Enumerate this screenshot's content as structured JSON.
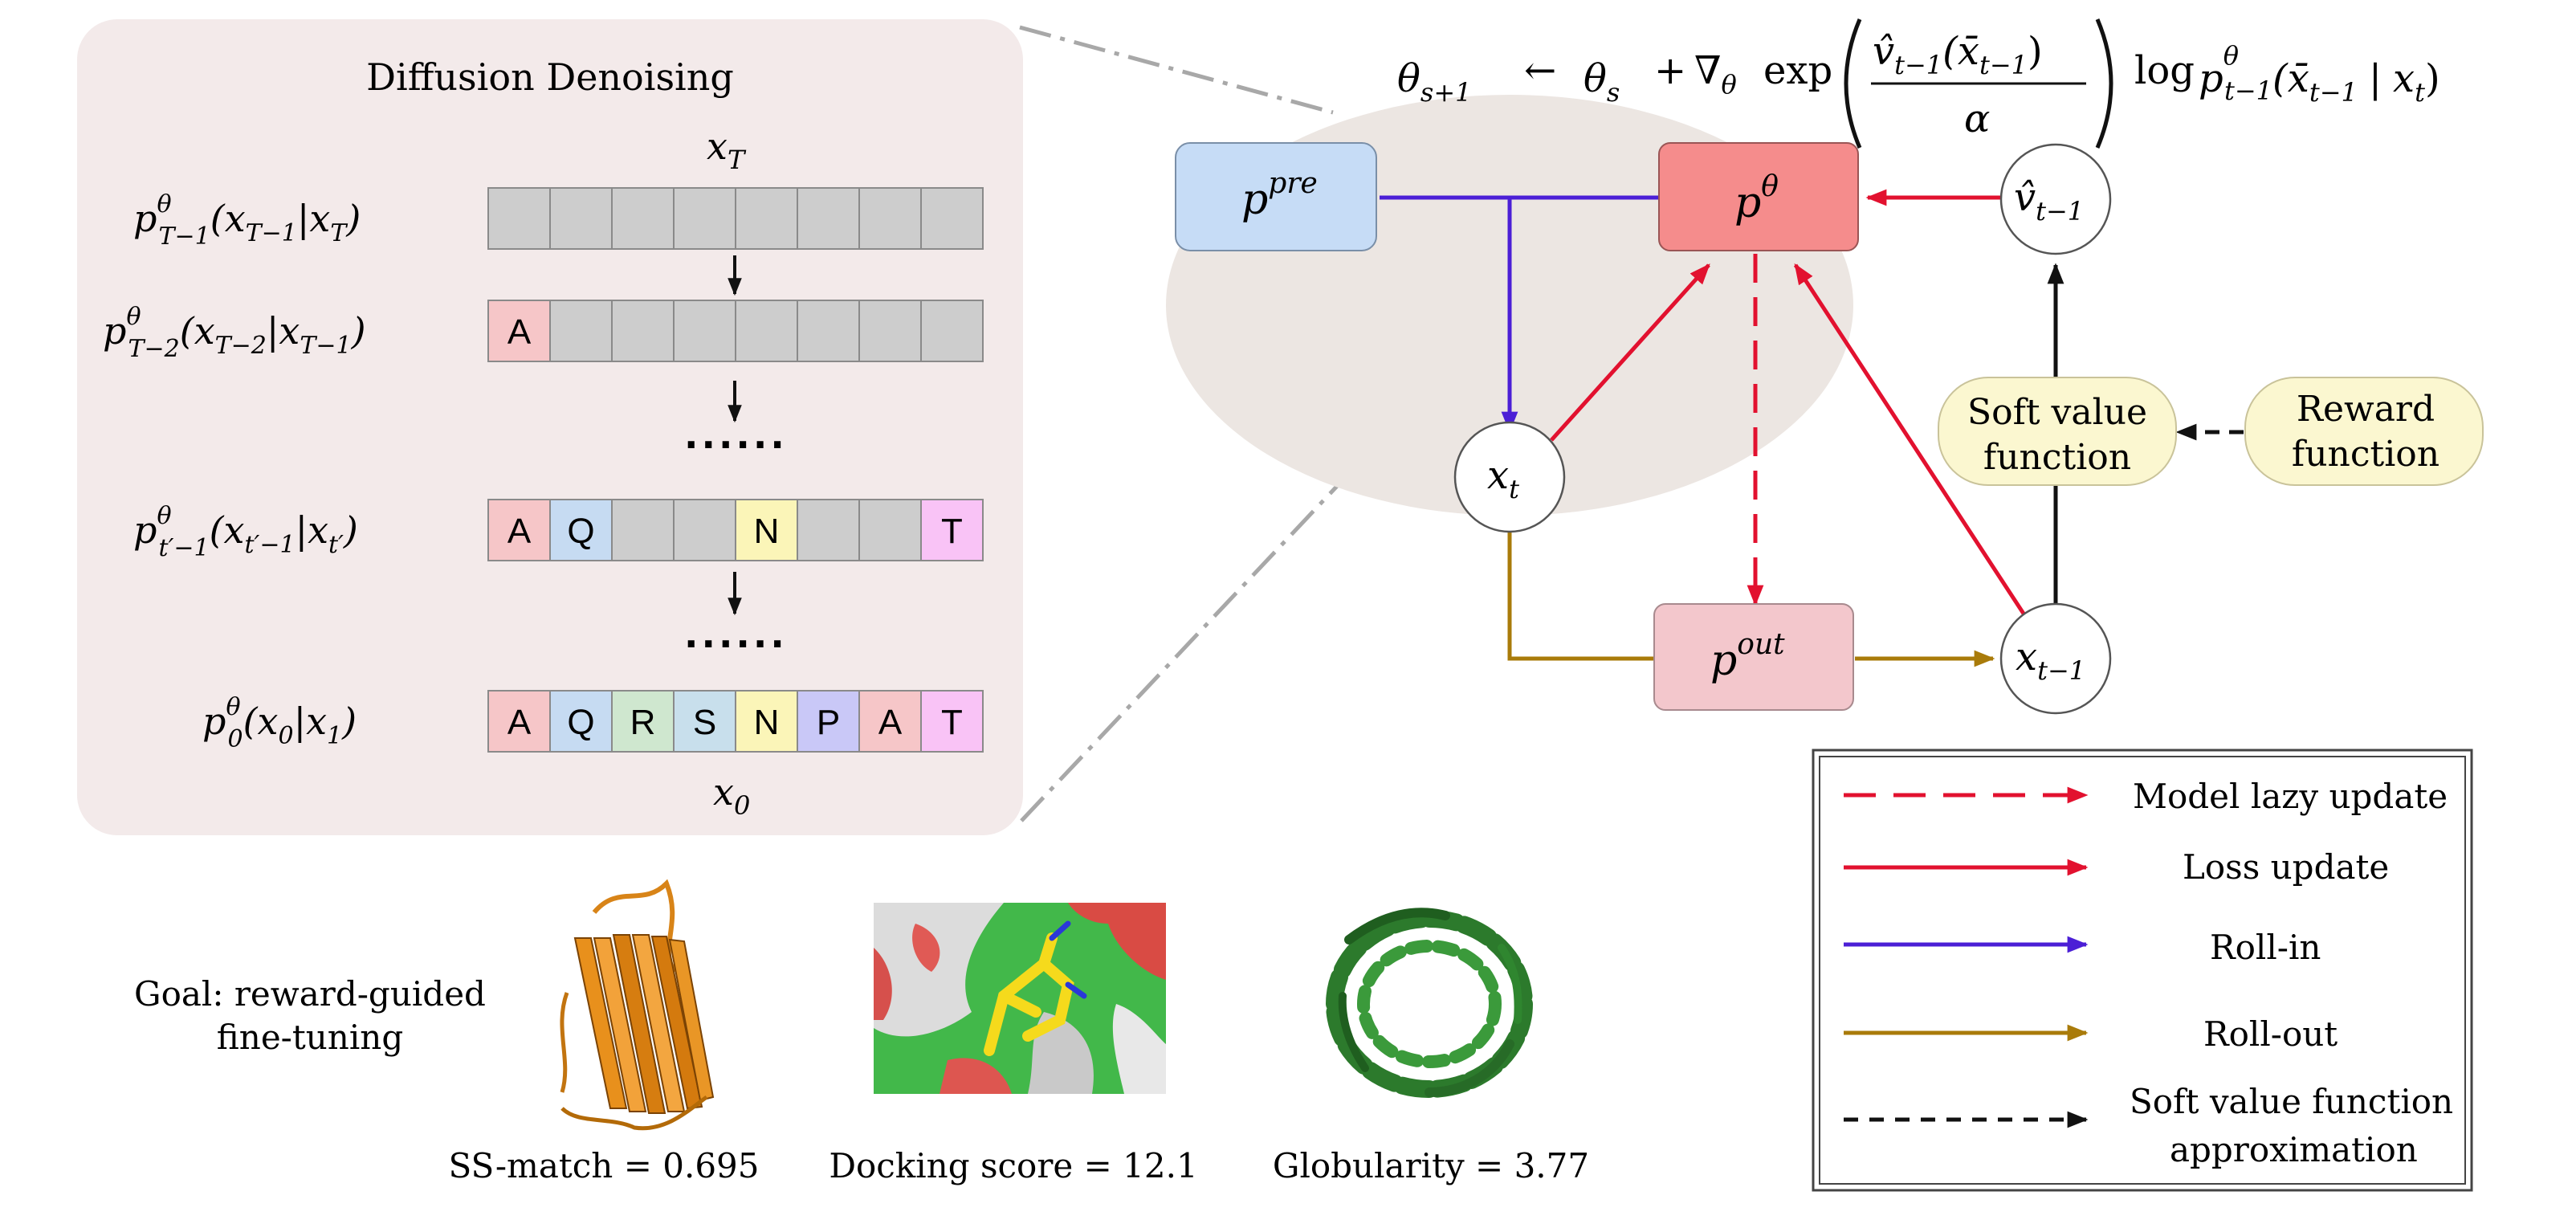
{
  "denoise": {
    "title": "Diffusion Denoising",
    "x_top": "x",
    "x_top_sub": "T",
    "x_bottom": "x",
    "x_bottom_sub": "0",
    "dots": "......",
    "rows": [
      {
        "label_main": "p",
        "sup": "θ",
        "sub": "T−1",
        "args": "(x",
        "args_sub": "T−1",
        "cond": "|x",
        "cond_sub": "T",
        "close": ")",
        "cells": [
          "",
          "",
          "",
          "",
          "",
          "",
          "",
          ""
        ]
      },
      {
        "label_main": "p",
        "sup": "θ",
        "sub": "T−2",
        "args": "(x",
        "args_sub": "T−2",
        "cond": "|x",
        "cond_sub": "T−1",
        "close": ")",
        "cells": [
          "A",
          "",
          "",
          "",
          "",
          "",
          "",
          ""
        ]
      },
      {
        "label_main": "p",
        "sup": "θ",
        "sub": "t′−1",
        "args": "(x",
        "args_sub": "t′−1",
        "cond": "|x",
        "cond_sub": "t′",
        "close": ")",
        "cells": [
          "A",
          "Q",
          "",
          "",
          "N",
          "",
          "",
          "T"
        ]
      },
      {
        "label_main": "p",
        "sup": "θ",
        "sub": "0",
        "args": "(x",
        "args_sub": "0",
        "cond": "|x",
        "cond_sub": "1",
        "close": ")",
        "cells": [
          "A",
          "Q",
          "R",
          "S",
          "N",
          "P",
          "A",
          "T"
        ]
      }
    ],
    "cell_colors": {
      "A": "#f6c6c8",
      "Q": "#c6dbf2",
      "R": "#cfe7cf",
      "S": "#c8dfec",
      "N": "#fbf5b8",
      "P": "#c9c8f7",
      "T": "#f9c3f6",
      "": "#cdcdcd"
    }
  },
  "equation": "θs+1 ← θs + ∇θ exp( v̂t−1(x̄t−1) / α ) log pθt−1(x̄t−1 | xt)",
  "eq_parts": {
    "theta": "θ",
    "sp1": "s+1",
    "arrow": "←",
    "sp2": "s",
    "plus": "+",
    "nabla": "∇",
    "nsub": "θ",
    "exp": "exp",
    "num_v": "v̂",
    "num_vsub": "t−1",
    "num_arg": "(x̄",
    "num_argsub": "t−1",
    "num_close": ")",
    "den": "α",
    "log": "log",
    "p": "p",
    "psup": "θ",
    "psub": "t−1",
    "parg": "(x̄",
    "pargsub": "t−1",
    "bar": "|",
    "x": "x",
    "xsub": "t",
    "pclose": ")"
  },
  "nodes": {
    "ppre": {
      "base": "p",
      "sup": "pre",
      "color": "#c6dcf6"
    },
    "ptheta": {
      "base": "p",
      "sup": "θ",
      "color": "#f58c8c"
    },
    "pout": {
      "base": "p",
      "sup": "out",
      "color": "#f3c7cc"
    },
    "vhat": {
      "base": "v̂",
      "sub": "t−1"
    },
    "xt": {
      "base": "x",
      "sub": "t"
    },
    "xt1": {
      "base": "x",
      "sub": "t−1"
    },
    "soft_value": {
      "line1": "Soft value",
      "line2": "function",
      "color": "#fbf7d0"
    },
    "reward": {
      "line1": "Reward",
      "line2": "function",
      "color": "#fbf7d0"
    }
  },
  "colors": {
    "red": "#e2112f",
    "blue": "#4b1fd6",
    "olive": "#a97b0a",
    "black": "#111111",
    "ellipse": "#ece6e2",
    "panel": "#f3eaea"
  },
  "legend": [
    {
      "label": "Model lazy update",
      "style": "red-dashed"
    },
    {
      "label": "Loss update",
      "style": "red-solid"
    },
    {
      "label": "Roll-in",
      "style": "blue-solid"
    },
    {
      "label": "Roll-out",
      "style": "olive-solid"
    },
    {
      "label": "Soft value function",
      "label2": "approximation",
      "style": "black-dashed"
    }
  ],
  "goal": {
    "line1": "Goal: reward-guided",
    "line2": "fine-tuning"
  },
  "examples": [
    {
      "caption": "SS-match = 0.695",
      "image": "orange-beta-barrel-protein"
    },
    {
      "caption": "Docking score = 12.1",
      "image": "ligand-docking-surface"
    },
    {
      "caption": "Globularity = 3.77",
      "image": "green-globular-protein"
    }
  ]
}
